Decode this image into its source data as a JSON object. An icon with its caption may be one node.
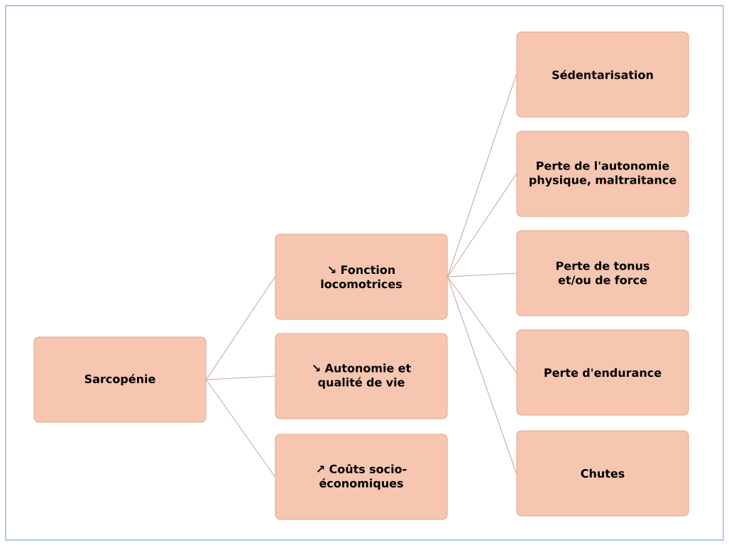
{
  "diagram": {
    "nodes": [
      {
        "text": [
          "Sarcopénie"
        ]
      },
      {
        "text": [
          "↘ Fonction locomotrices"
        ]
      },
      {
        "text": [
          "↘ Autonomie et qualité de vie"
        ]
      },
      {
        "text": [
          "↗ Coûts socio-économiques"
        ]
      },
      {
        "text": [
          "Sédentarisation"
        ]
      },
      {
        "text": [
          "Perte de l'autonomie physique, maltraitance"
        ]
      },
      {
        "text": [
          "Perte de tonus et/ou de force"
        ]
      },
      {
        "text": [
          "Perte d'endurance"
        ]
      },
      {
        "text": [
          "Chutes"
        ]
      }
    ],
    "edges": [
      {
        "from": 0,
        "to": 1,
        "arrow": "none"
      },
      {
        "from": 0,
        "to": 2,
        "arrow": "none"
      },
      {
        "from": 0,
        "to": 3,
        "arrow": "none"
      },
      {
        "from": 1,
        "to": 4,
        "arrow": "none"
      },
      {
        "from": 1,
        "to": 5,
        "arrow": "none"
      },
      {
        "from": 1,
        "to": 6,
        "arrow": "none"
      },
      {
        "from": 1,
        "to": 7,
        "arrow": "none"
      },
      {
        "from": 1,
        "to": 8,
        "arrow": "none"
      }
    ]
  }
}
